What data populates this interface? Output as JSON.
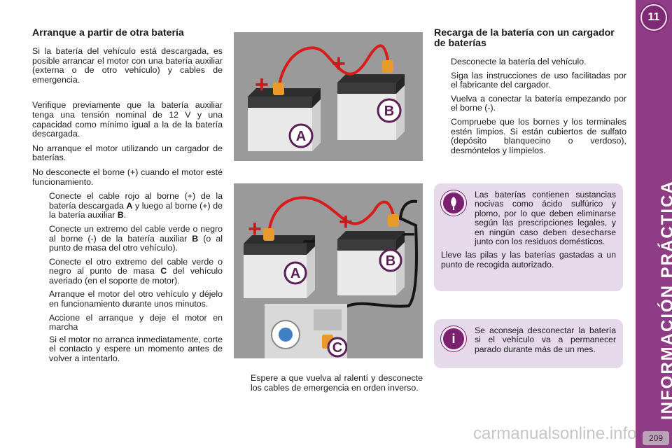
{
  "left_column": {
    "title": "Arranque a partir de otra batería",
    "intro": "Si la batería del vehículo está descargada, es posible arrancar el motor con una batería auxiliar (externa o de otro vehículo) y cables de emergencia.",
    "paragraphs": [
      "Verifique previamente que la batería auxiliar tenga una tensión nominal de 12 V y una capacidad como mínimo igual a la de la batería descargada.",
      "No arranque el motor utilizando un cargador de baterías.",
      "No desconecte el borne (+) cuando el motor esté funcionamiento."
    ],
    "steps": [
      {
        "parts": [
          "Conecte el cable rojo al borne (+) de la batería descargada ",
          "A",
          " y luego al borne (+) de la batería auxiliar ",
          "B",
          "."
        ]
      },
      {
        "parts": [
          "Conecte un extremo del cable verde o negro al borne (-) de la batería auxiliar ",
          "B",
          " (o al punto de masa del otro vehículo)."
        ]
      },
      {
        "parts": [
          "Conecte el otro extremo del cable verde o negro al punto de masa ",
          "C",
          " del vehículo averiado (en el soporte de motor)."
        ]
      },
      {
        "parts": [
          "Arranque el motor del otro vehículo y déjelo en funcionamiento durante unos minutos."
        ]
      },
      {
        "parts": [
          "Accione el arranque y deje el motor en marcha"
        ],
        "note": "Si el motor no arranca inmediatamente, corte el contacto y espere un momento antes de volver a intentarlo."
      }
    ]
  },
  "center_column": {
    "battery_labels": {
      "a": "A",
      "b": "B",
      "c": "C",
      "plus": "+",
      "minus": "–"
    },
    "final_step": "Espere a que vuelva al ralentí y desconecte los cables de emergencia en orden inverso."
  },
  "right_column": {
    "title": "Recarga de la batería con un cargador de baterías",
    "steps": [
      "Desconecte la batería del vehículo.",
      "Siga las instrucciones de uso facilitadas por el fabricante del cargador.",
      "Vuelva a conectar la batería empezando por el borne (-).",
      "Compruebe que los bornes y los terminales estén limpios. Si están cubiertos de sulfato (depósito blanquecino o verdoso), desmóntelos y límpielos."
    ],
    "eco_box": {
      "icon": "eco-leaf-icon",
      "p1": "Las baterías contienen sustancias nocivas como ácido sulfúrico y plomo, por lo que deben eliminarse según las prescripciones legales, y en ningún caso deben desecharse junto con los residuos domésticos.",
      "p2": "Lleve las pilas y las baterías gastadas a un punto de recogida autorizado."
    },
    "info_box": {
      "icon": "info-icon",
      "icon_glyph": "i",
      "text": "Se aconseja desconectar la batería si el vehículo va a permanecer parado durante más de un mes."
    }
  },
  "side_tab": {
    "chapter": "11",
    "title": "INFORMACIÓN PRÁCTICA",
    "page": "209"
  },
  "watermark": "carmanualsonline.info",
  "bullet_glyph": "",
  "colors": {
    "accent": "#8e3d84",
    "box_bg": "#e5d9ea",
    "cable_red": "#d81c1c",
    "cable_black": "#151515",
    "clamp_orange": "#e89a2a",
    "battery_body": "#e9e9e9",
    "battery_top": "#3b3b3b"
  }
}
